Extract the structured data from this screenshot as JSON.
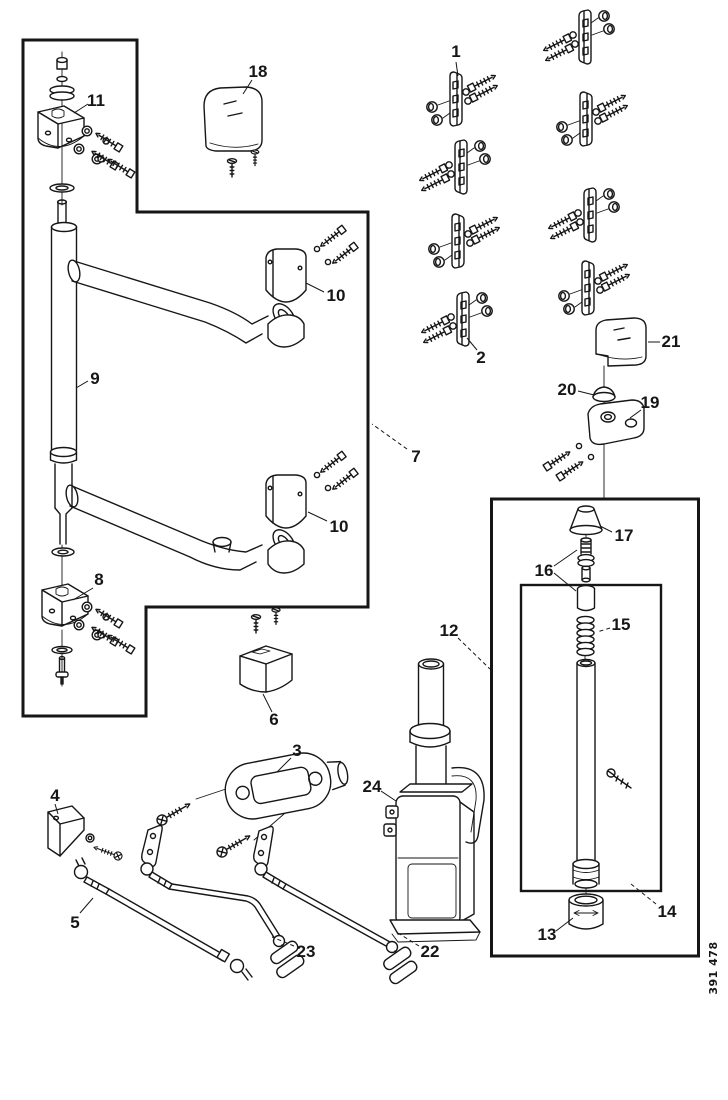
{
  "figure": {
    "drawing_number": "391 478",
    "background_color": "#ffffff",
    "line_color": "#161616"
  },
  "callouts": {
    "c1": {
      "label": "1"
    },
    "c2": {
      "label": "2"
    },
    "c3": {
      "label": "3"
    },
    "c4": {
      "label": "4"
    },
    "c5": {
      "label": "5"
    },
    "c6": {
      "label": "6"
    },
    "c7": {
      "label": "7"
    },
    "c8": {
      "label": "8"
    },
    "c9": {
      "label": "9"
    },
    "c10": {
      "label": "10"
    },
    "c11": {
      "label": "11"
    },
    "c12": {
      "label": "12"
    },
    "c13": {
      "label": "13"
    },
    "c14": {
      "label": "14"
    },
    "c15": {
      "label": "15"
    },
    "c16": {
      "label": "16"
    },
    "c17": {
      "label": "17"
    },
    "c18": {
      "label": "18"
    },
    "c19": {
      "label": "19"
    },
    "c20": {
      "label": "20"
    },
    "c21": {
      "label": "21"
    },
    "c22": {
      "label": "22"
    },
    "c23": {
      "label": "23"
    },
    "c24": {
      "label": "24"
    }
  }
}
